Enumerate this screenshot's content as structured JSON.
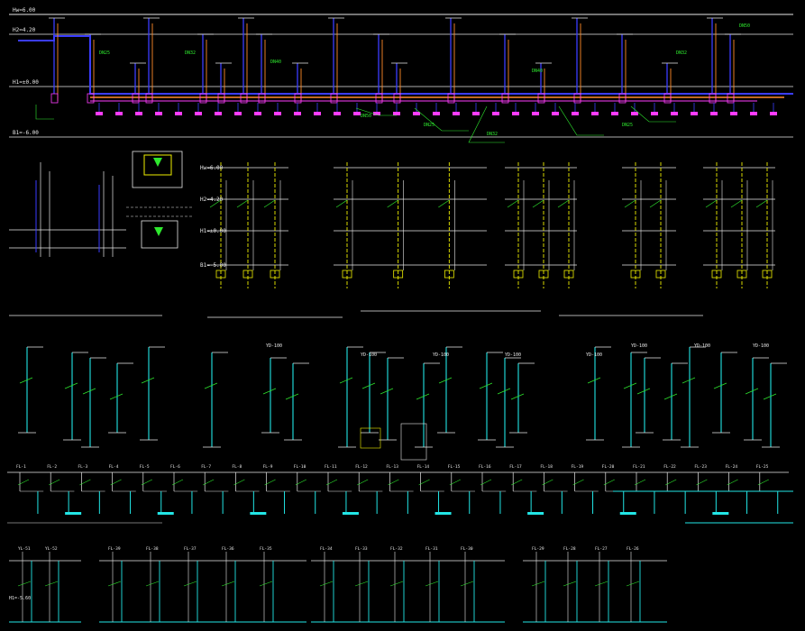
{
  "colors": {
    "background": "#000000",
    "white_line": "#e8e8e8",
    "supply_blue": "#3a3cff",
    "magenta": "#ff3cff",
    "orange_pipe": "#ff8a2a",
    "yellow": "#f0f000",
    "green": "#2ee82e",
    "cyan": "#22e6e6",
    "red": "#ff3030"
  },
  "top_section": {
    "level_h1": "H1=±0.00",
    "level_h2": "H2=4.20",
    "level_hw": "Hw=6.00",
    "level_b1": "B1=-6.00",
    "tags": [
      "DN25",
      "DN32",
      "DN40",
      "DN50",
      "DN25",
      "DN32",
      "DN40",
      "DN25",
      "DN32",
      "DN50"
    ]
  },
  "middle_section": {
    "levels": {
      "hw": "Hw=6.00",
      "h2": "H2=4.20",
      "h1": "H1=±0.00",
      "b1": "B1=-5.00"
    },
    "risers": [
      "YD-100",
      "YD-100",
      "YD-100",
      "YD-100",
      "YD-100",
      "YD-100",
      "YD-100",
      "YD-100"
    ]
  },
  "bottom_section": {
    "row1_tags": [
      "FL-1",
      "FL-2",
      "FL-3",
      "FL-4",
      "FL-5",
      "FL-6",
      "FL-7",
      "FL-8",
      "FL-9",
      "FL-10",
      "FL-11",
      "FL-12",
      "FL-13",
      "FL-14",
      "FL-15",
      "FL-16",
      "FL-17",
      "FL-18",
      "FL-19",
      "FL-20",
      "FL-21",
      "FL-22",
      "FL-23",
      "FL-24",
      "FL-25"
    ],
    "row2_tags": [
      "YL-51",
      "YL-52",
      "FL-39",
      "FL-38",
      "FL-37",
      "FL-36",
      "FL-35",
      "FL-34",
      "FL-33",
      "FL-32",
      "FL-31",
      "FL-30",
      "FL-29",
      "FL-28",
      "FL-27",
      "FL-26"
    ],
    "level_label": "H1=-5.60"
  }
}
